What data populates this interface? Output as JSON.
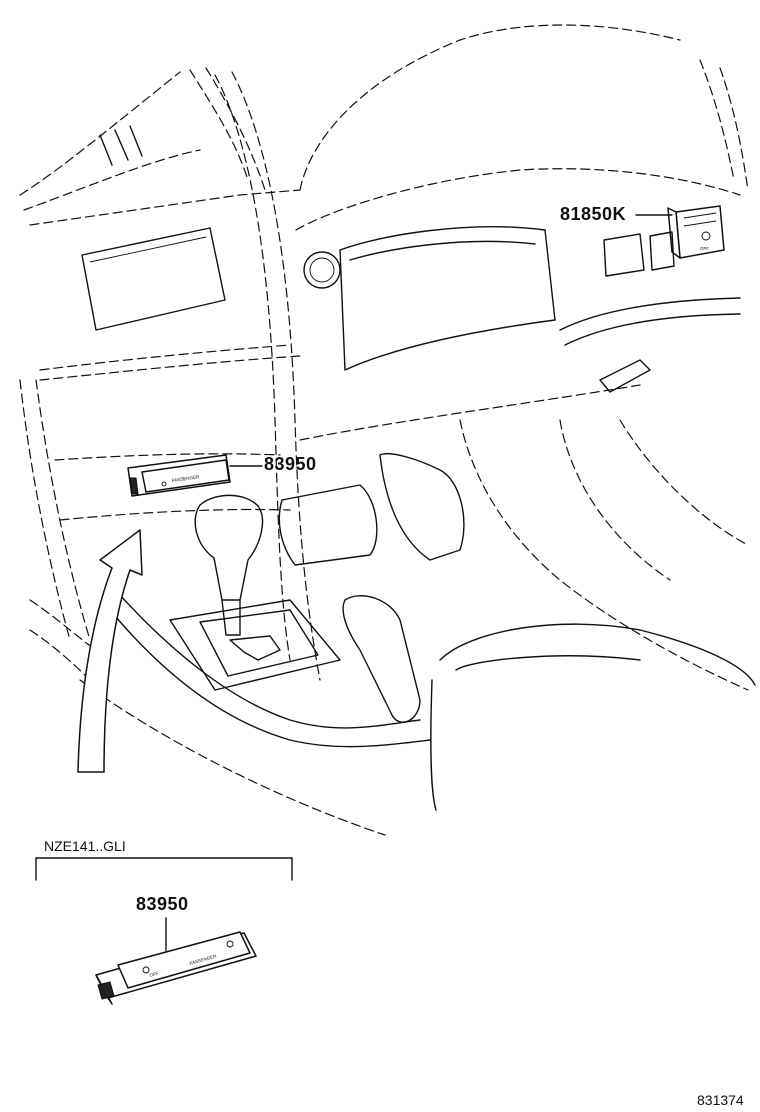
{
  "callouts": {
    "switch_upper": "83950",
    "switch_dash": "81850K",
    "switch_detail": "83950"
  },
  "variant_label": "NZE141..GLI",
  "figure_number": "831374"
}
